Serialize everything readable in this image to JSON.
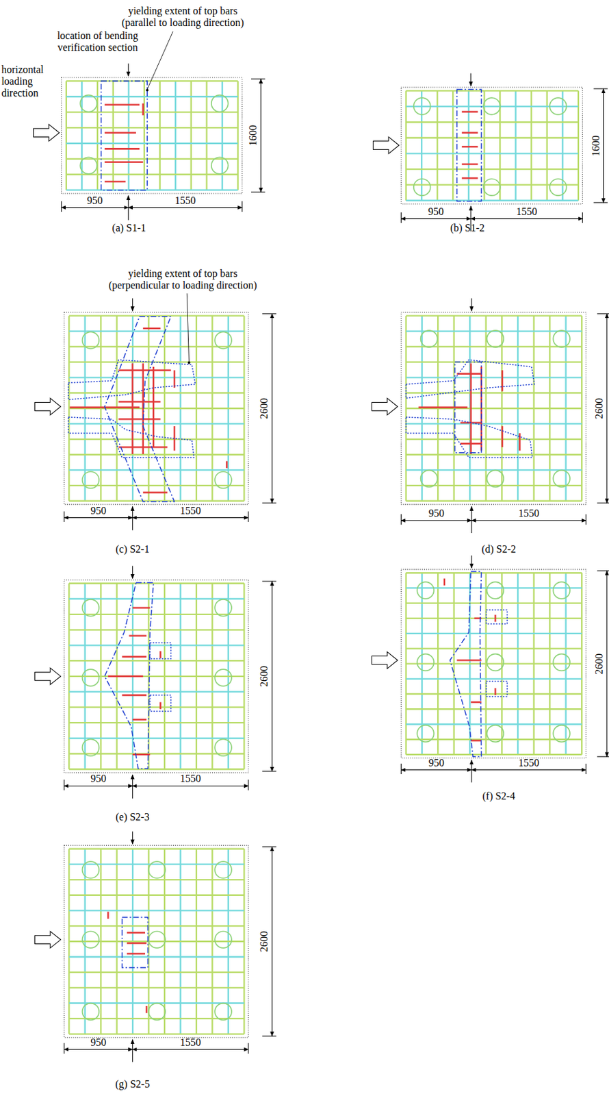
{
  "diagram": {
    "labels": [
      "yielding extent of top bars (parallel to loading direction)",
      "location of bending verification section",
      "horizontal loading direction",
      "1600",
      "950",
      "1550",
      "(a) S1-1",
      "1600",
      "950",
      "1550",
      "(b) S1-2",
      "yielding extent of top bars (perpendicular to loading direction)",
      "2600",
      "950",
      "1550",
      "(c) S2-1",
      "2600",
      "950",
      "1550",
      "(d) S2-2",
      "2600",
      "950",
      "1550",
      "(e) S2-3",
      "2600",
      "950",
      "1550",
      "(f) S2-4",
      "2600",
      "950",
      "1550",
      "(g) S2-5"
    ]
  }
}
